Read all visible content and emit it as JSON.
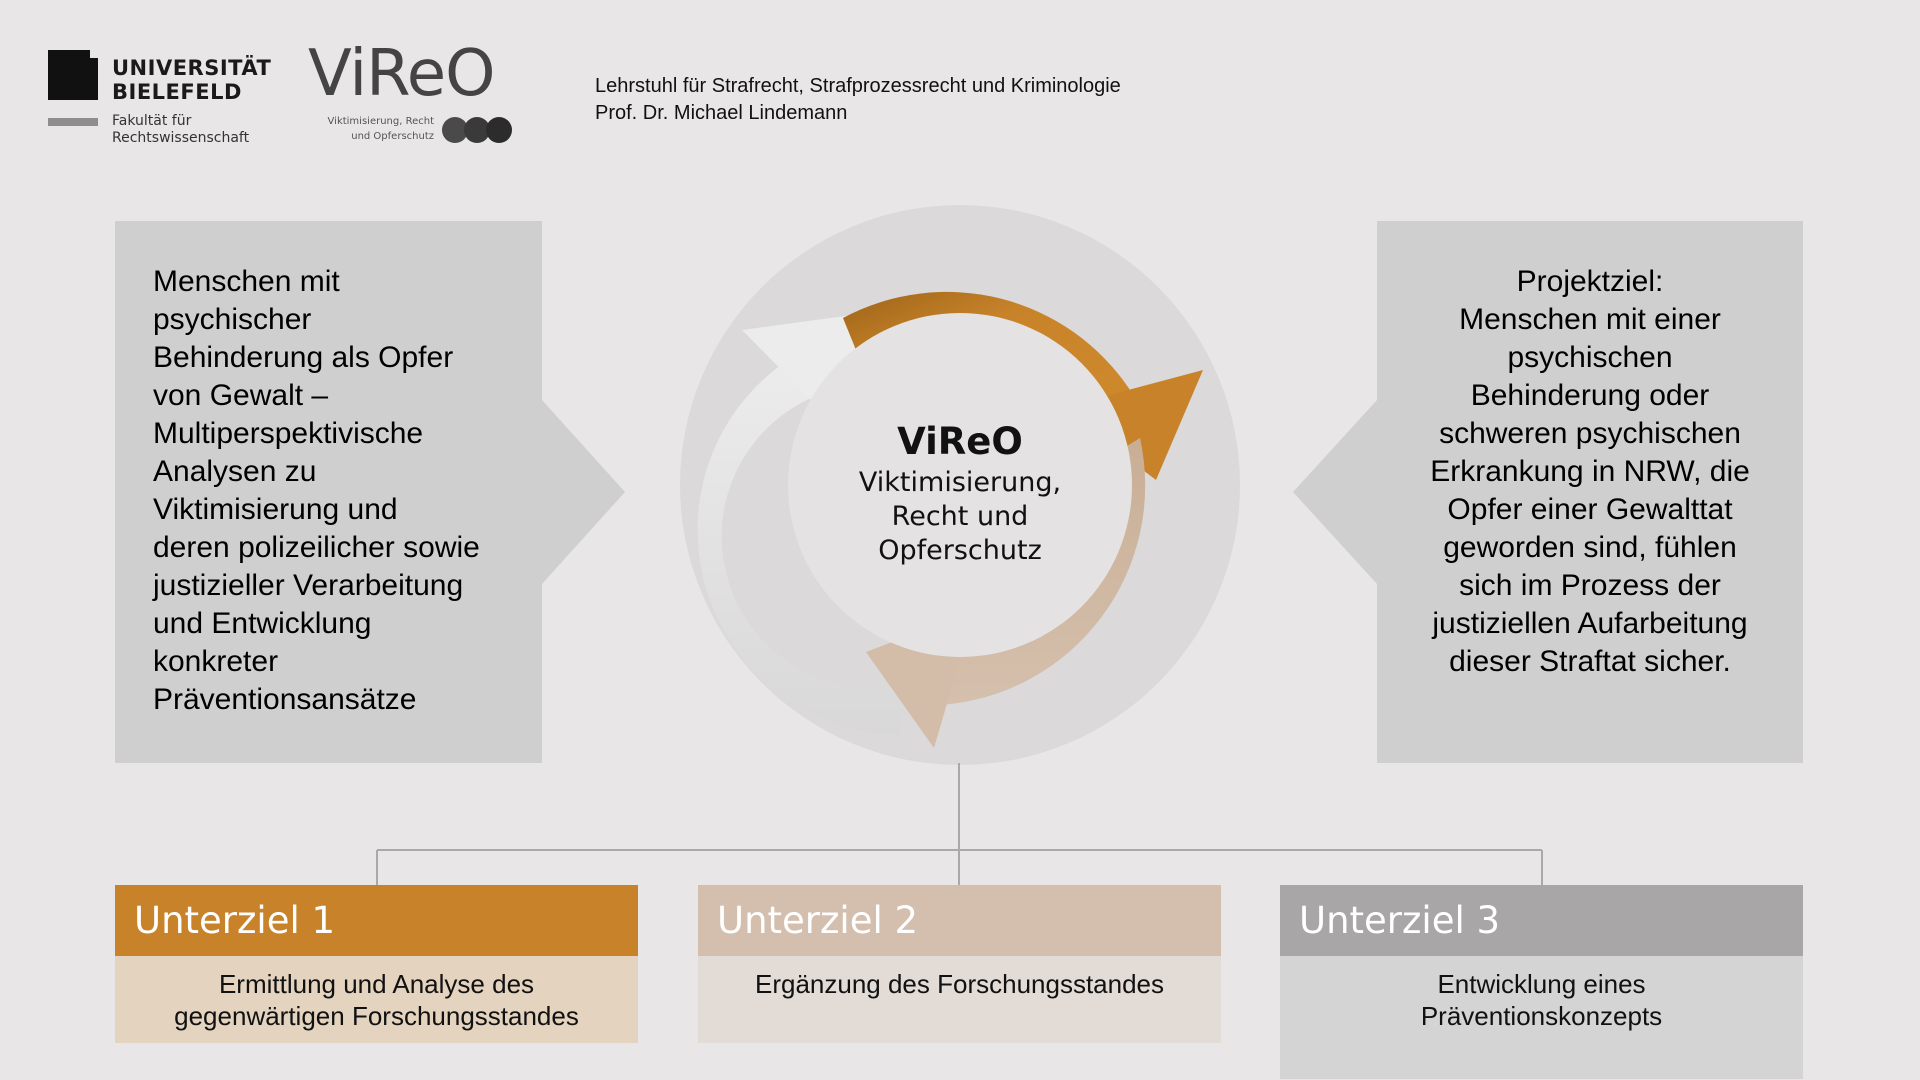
{
  "header": {
    "university": {
      "name_line1": "UNIVERSITÄT",
      "name_line2": "BIELEFELD",
      "faculty_line1": "Fakultät für",
      "faculty_line2": "Rechtswissenschaft"
    },
    "project_logo": {
      "wordmark": "ViReO",
      "tagline_line1": "Viktimisierung, Recht",
      "tagline_line2": "und Opferschutz"
    },
    "chair_line1": "Lehrstuhl für Strafrecht, Strafprozessrecht und Kriminologie",
    "chair_line2": "Prof. Dr. Michael Lindemann"
  },
  "left_panel": {
    "lines": [
      "Menschen mit",
      "psychischer",
      "Behinderung als Opfer",
      "von Gewalt –",
      "Multiperspektivische",
      "Analysen zu",
      "Viktimisierung und",
      "deren polizeilicher sowie",
      "justizieller Verarbeitung",
      "und Entwicklung",
      "konkreter",
      "Präventionsansätze"
    ]
  },
  "center": {
    "title": "ViReO",
    "sub_lines": [
      "Viktimisierung,",
      "Recht und",
      "Opferschutz"
    ]
  },
  "right_panel": {
    "lines": [
      "Projektziel:",
      "Menschen mit einer",
      "psychischen",
      "Behinderung oder",
      "schweren psychischen",
      "Erkrankung in NRW, die",
      "Opfer einer Gewalttat",
      "geworden sind, fühlen",
      "sich im Prozess der",
      "justiziellen Aufarbeitung",
      "dieser Straftat sicher."
    ]
  },
  "subgoals": [
    {
      "title": "Unterziel 1",
      "lines": [
        "Ermittlung und Analyse des",
        "gegenwärtigen Forschungsstandes"
      ]
    },
    {
      "title": "Unterziel 2",
      "lines": [
        "Ergänzung des Forschungsstandes"
      ]
    },
    {
      "title": "Unterziel 3",
      "lines": [
        "Entwicklung eines",
        "Präventionskonzepts"
      ]
    }
  ],
  "colors": {
    "background": "#e8e6e6",
    "panel": "#d0cfcf",
    "orange": "#c8832a",
    "beige": "#d4bfae",
    "gray": "#a8a6a6",
    "connector": "#a9a9a9"
  }
}
